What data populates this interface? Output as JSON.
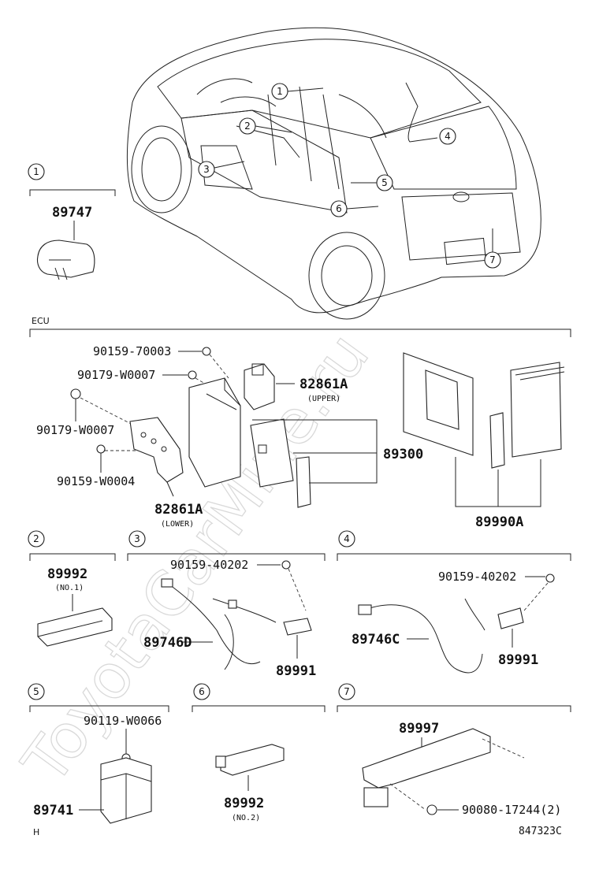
{
  "watermark": "ToyotaCarMine.ru",
  "diagram_code": "847323C",
  "corner_mark": "H",
  "ecu_label": "ECU",
  "car_callouts": [
    "1",
    "2",
    "3",
    "4",
    "5",
    "6",
    "7"
  ],
  "sections": {
    "s1": {
      "num": "1",
      "part": "89747"
    },
    "ecu": {
      "p1": "90159-70003",
      "p2": "90179-W0007",
      "p3": "90179-W0007",
      "p4": "90159-W0004",
      "bracket_upper": "82861A",
      "bracket_upper_note": "(UPPER)",
      "bracket_lower": "82861A",
      "bracket_lower_note": "(LOWER)",
      "ecu_part": "89300",
      "kit_part": "89990A"
    },
    "s2": {
      "num": "2",
      "part": "89992",
      "note": "(NO.1)"
    },
    "s3": {
      "num": "3",
      "bolt": "90159-40202",
      "harness": "89746D",
      "sensor": "89991"
    },
    "s4": {
      "num": "4",
      "bolt": "90159-40202",
      "harness": "89746C",
      "sensor": "89991"
    },
    "s5": {
      "num": "5",
      "screw": "90119-W0066",
      "part": "89741"
    },
    "s6": {
      "num": "6",
      "part": "89992",
      "note": "(NO.2)"
    },
    "s7": {
      "num": "7",
      "handle": "89997",
      "nut": "90080-17244(2)"
    }
  }
}
